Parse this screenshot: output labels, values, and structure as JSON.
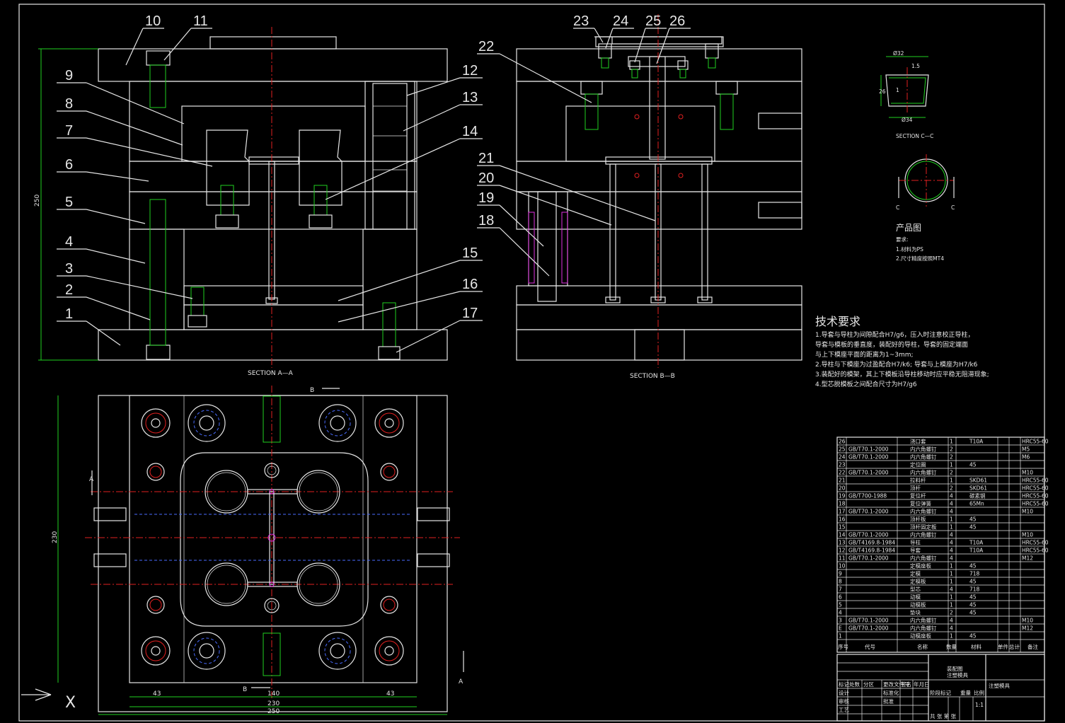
{
  "sections": {
    "a_a": "SECTION A—A",
    "b_b": "SECTION B—B",
    "c_c": "SECTION C—C"
  },
  "part_labels_left": [
    "1",
    "2",
    "3",
    "4",
    "5",
    "6",
    "7",
    "8",
    "9",
    "10",
    "11",
    "12",
    "13",
    "14",
    "15",
    "16",
    "17"
  ],
  "part_labels_right": [
    "18",
    "19",
    "20",
    "21",
    "22",
    "23",
    "24",
    "25",
    "26"
  ],
  "product": {
    "title": "产品图",
    "req_head": "要求:",
    "req1": "1.材料为PS",
    "req2": "2.尺寸精度按照MT4",
    "d_top": "Ø32",
    "d_bottom": "Ø34",
    "h": "26",
    "t": "1.5",
    "t2": "1",
    "c_left": "C",
    "c_right": "C"
  },
  "tech": {
    "title": "技术要求",
    "lines": [
      "1.导套与导柱为间隙配合H7/g6，压入时注意校正导柱，",
      "导套与模板的垂直度，装配好的导柱，导套的固定端面",
      "与上下模座平面的距离为1~3mm;",
      "2.导柱与下模座为过盈配合H7/k6; 导套与上模座为H7/k6",
      "3.装配好的模架，其上下模板沿导柱移动时应平稳无阻滞现象;",
      "4.型芯脱模板之间配合尺寸为H7/g6"
    ]
  },
  "dims": {
    "h250": "250",
    "h230": "230",
    "w43a": "43",
    "w140": "140",
    "w43b": "43",
    "w230": "230",
    "w250": "250",
    "sec_a_top": "A",
    "sec_a_bot": "A",
    "sec_b_top": "B",
    "sec_b_bot": "B"
  },
  "bom": [
    {
      "no": "26",
      "code": "",
      "name": "浇口套",
      "qty": "1",
      "mat": "T10A",
      "note": "HRC55-60"
    },
    {
      "no": "25",
      "code": "GB/T70.1-2000",
      "name": "内六角螺钉",
      "qty": "2",
      "mat": "",
      "note": "M5"
    },
    {
      "no": "24",
      "code": "GB/T70.1-2000",
      "name": "内六角螺钉",
      "qty": "2",
      "mat": "",
      "note": "M6"
    },
    {
      "no": "23",
      "code": "",
      "name": "定位圈",
      "qty": "1",
      "mat": "45",
      "note": ""
    },
    {
      "no": "22",
      "code": "GB/T70.1-2000",
      "name": "内六角螺钉",
      "qty": "2",
      "mat": "",
      "note": "M10"
    },
    {
      "no": "21",
      "code": "",
      "name": "拉料杆",
      "qty": "1",
      "mat": "SKD61",
      "note": "HRC55-60"
    },
    {
      "no": "20",
      "code": "",
      "name": "顶杆",
      "qty": "2",
      "mat": "SKD61",
      "note": "HRC55-60"
    },
    {
      "no": "19",
      "code": "GB/T700-1988",
      "name": "复位杆",
      "qty": "4",
      "mat": "碳素钢",
      "note": "HRC55-60"
    },
    {
      "no": "18",
      "code": "",
      "name": "复位弹簧",
      "qty": "4",
      "mat": "65Mn",
      "note": "HRC55-60"
    },
    {
      "no": "17",
      "code": "GB/T70.1-2000",
      "name": "内六角螺钉",
      "qty": "4",
      "mat": "",
      "note": "M10"
    },
    {
      "no": "16",
      "code": "",
      "name": "顶杆板",
      "qty": "1",
      "mat": "45",
      "note": ""
    },
    {
      "no": "15",
      "code": "",
      "name": "顶杆固定板",
      "qty": "1",
      "mat": "45",
      "note": ""
    },
    {
      "no": "14",
      "code": "GB/T70.1-2000",
      "name": "内六角螺钉",
      "qty": "4",
      "mat": "",
      "note": "M10"
    },
    {
      "no": "13",
      "code": "GB/T4169.8-1984",
      "name": "导柱",
      "qty": "4",
      "mat": "T10A",
      "note": "HRC55-60"
    },
    {
      "no": "12",
      "code": "GB/T4169.8-1984",
      "name": "导套",
      "qty": "4",
      "mat": "T10A",
      "note": "HRC55-60"
    },
    {
      "no": "11",
      "code": "GB/T70.1-2000",
      "name": "内六角螺钉",
      "qty": "4",
      "mat": "",
      "note": "M12"
    },
    {
      "no": "10",
      "code": "",
      "name": "定模座板",
      "qty": "1",
      "mat": "45",
      "note": ""
    },
    {
      "no": "9",
      "code": "",
      "name": "定模",
      "qty": "1",
      "mat": "718",
      "note": ""
    },
    {
      "no": "8",
      "code": "",
      "name": "定模板",
      "qty": "1",
      "mat": "45",
      "note": ""
    },
    {
      "no": "7",
      "code": "",
      "name": "型芯",
      "qty": "4",
      "mat": "718",
      "note": ""
    },
    {
      "no": "6",
      "code": "",
      "name": "动模",
      "qty": "1",
      "mat": "45",
      "note": ""
    },
    {
      "no": "5",
      "code": "",
      "name": "动模板",
      "qty": "1",
      "mat": "45",
      "note": ""
    },
    {
      "no": "4",
      "code": "",
      "name": "垫块",
      "qty": "2",
      "mat": "45",
      "note": ""
    },
    {
      "no": "3",
      "code": "GB/T70.1-2000",
      "name": "内六角螺钉",
      "qty": "4",
      "mat": "",
      "note": "M10"
    },
    {
      "no": "E",
      "code": "GB/T70.1-2000",
      "name": "内六角螺钉",
      "qty": "4",
      "mat": "",
      "note": "M12"
    },
    {
      "no": "1",
      "code": "",
      "name": "动模座板",
      "qty": "1",
      "mat": "45",
      "note": ""
    }
  ],
  "bom_header": {
    "no": "序号",
    "code": "代号",
    "name": "名称",
    "qty": "数量",
    "mat": "材料",
    "wt1": "单件",
    "wt2": "总计",
    "note": "备注"
  },
  "title_block": {
    "drawing": "装配图",
    "sub": "注塑模具",
    "scale": "1:1",
    "mark": "标记",
    "count": "处数",
    "zone": "分区",
    "docno": "更改文件号",
    "sign": "签名",
    "date": "年月日",
    "design": "设计",
    "check": "审核",
    "tech": "工艺",
    "std": "标准化",
    "approve": "批准",
    "stage": "阶段标记",
    "weight": "重量",
    "ratio": "比例",
    "sheet": "共 张 第 张"
  },
  "ucs": {
    "x": "X"
  }
}
